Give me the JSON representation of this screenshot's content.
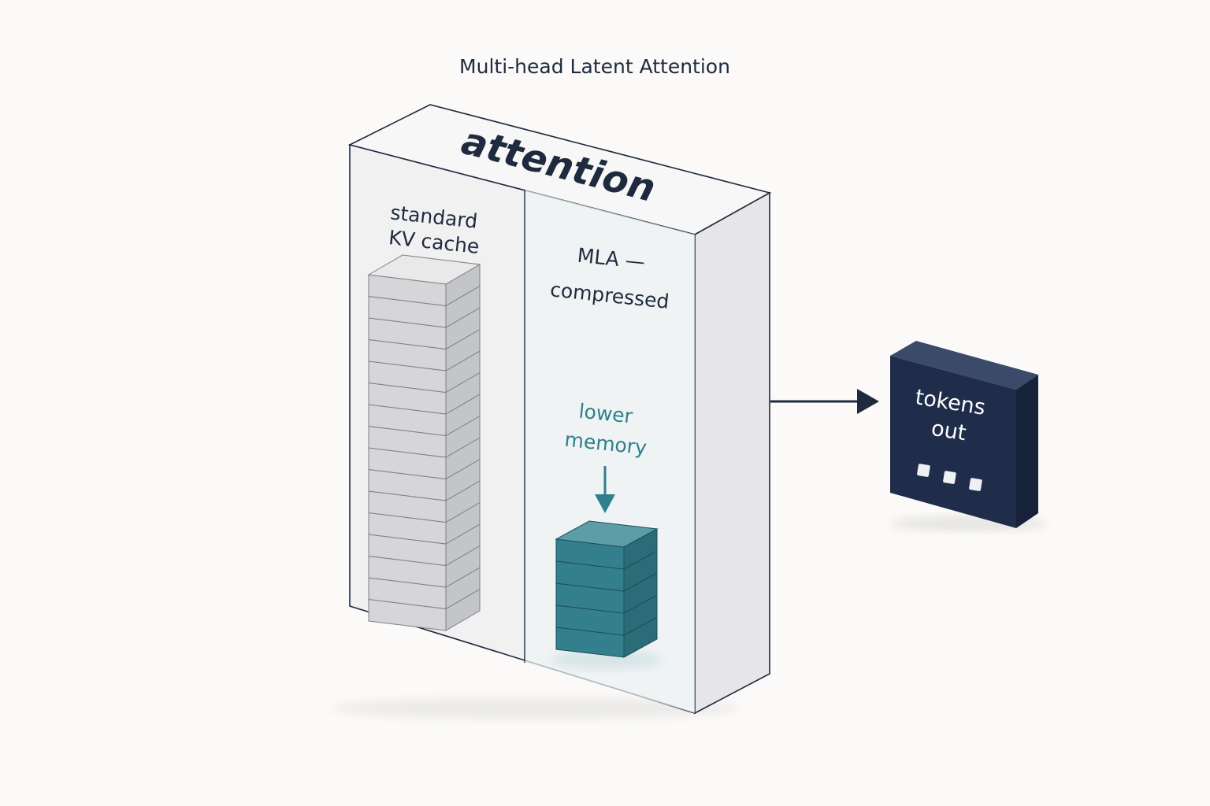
{
  "title": "Multi-head Latent Attention",
  "main_block": {
    "top_label": "attention",
    "left_panel": {
      "label_line1": "standard",
      "label_line2": "KV cache",
      "stack_blocks": 16
    },
    "right_panel": {
      "label_line1": "MLA —",
      "label_line2": "compressed",
      "note_line1": "lower",
      "note_line2": "memory",
      "stack_blocks": 5
    }
  },
  "output_block": {
    "label_line1": "tokens",
    "label_line2": "out",
    "token_dots": 3
  },
  "colors": {
    "background": "#fbfaf8",
    "navy": "#1f2d4a",
    "teal": "#2f7f8c",
    "teal_light": "#5b9ea8",
    "gray_block": "#d9d9d9",
    "box_face": "#f1f1f2"
  }
}
